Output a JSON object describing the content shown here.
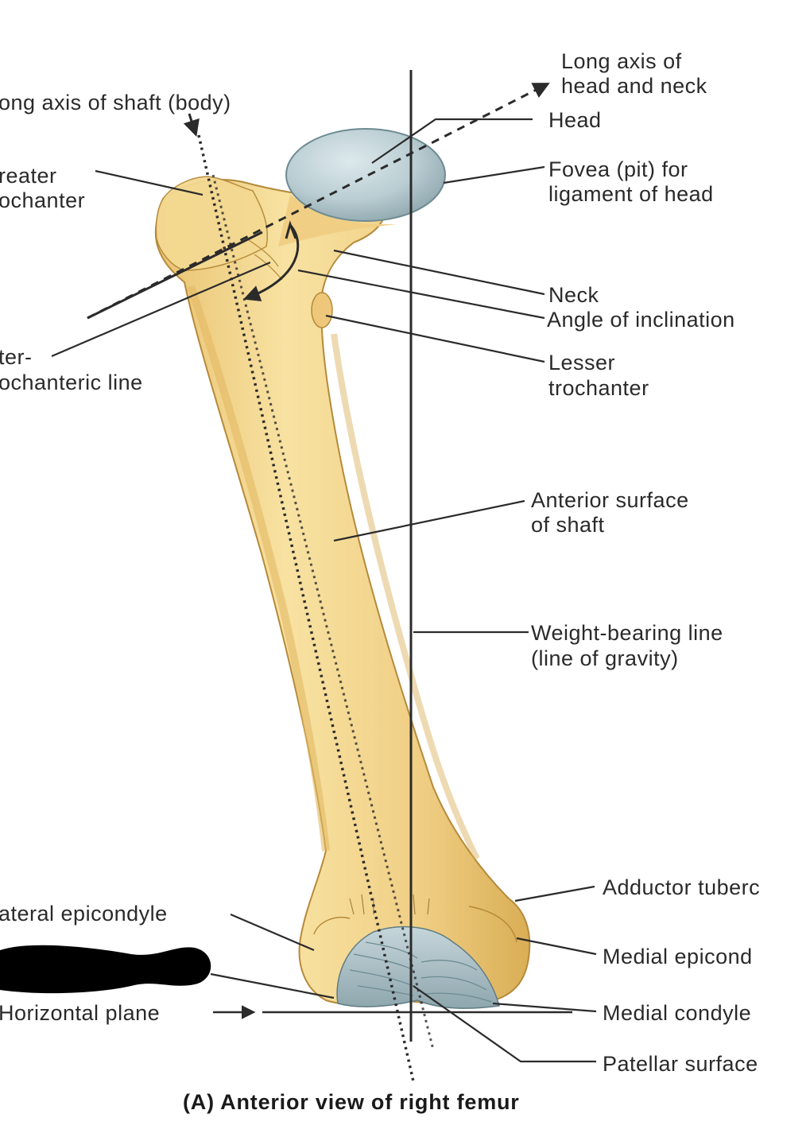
{
  "labels": {
    "long_axis_shaft": "ong axis of shaft (body)",
    "long_axis_head_l1": "Long axis of",
    "long_axis_head_l2": "head and neck",
    "head": "Head",
    "fovea_l1": "Fovea (pit) for",
    "fovea_l2": "ligament of head",
    "greater_trochanter_l1": "reater",
    "greater_trochanter_l2": "ochanter",
    "neck": "Neck",
    "angle_of_inclination": "Angle of inclination",
    "intertrochanteric_l1": "ter-",
    "intertrochanteric_l2": "ochanteric line",
    "lesser_trochanter_l1": "Lesser",
    "lesser_trochanter_l2": "trochanter",
    "anterior_surface_l1": "Anterior surface",
    "anterior_surface_l2": "of shaft",
    "weight_bearing_l1": "Weight-bearing line",
    "weight_bearing_l2": "(line of gravity)",
    "adductor_tubercle": "Adductor tuberc",
    "lateral_epicondyle": "ateral epicondyle",
    "medial_epicondyle": "Medial epicond",
    "horizontal_plane": "Horizontal plane",
    "medial_condyle": "Medial condyle",
    "patellar_surface": "Patellar surface"
  },
  "caption": "(A) Anterior view of right femur",
  "colors": {
    "bone": "#f2d48a",
    "bone_shadow": "#d9ae55",
    "head": "#b9cdd2",
    "cartilage": "#a9bfc6",
    "line": "#2b2b2b",
    "redaction": "#000000"
  }
}
